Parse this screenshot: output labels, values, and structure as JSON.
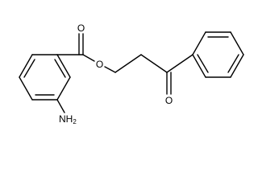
{
  "molecule": {
    "atoms": {
      "carbonyl_oxygen_top": "O",
      "ester_oxygen": "O",
      "ketone_oxygen": "O",
      "amine": {
        "element": "NH",
        "subscript": "2"
      }
    }
  }
}
